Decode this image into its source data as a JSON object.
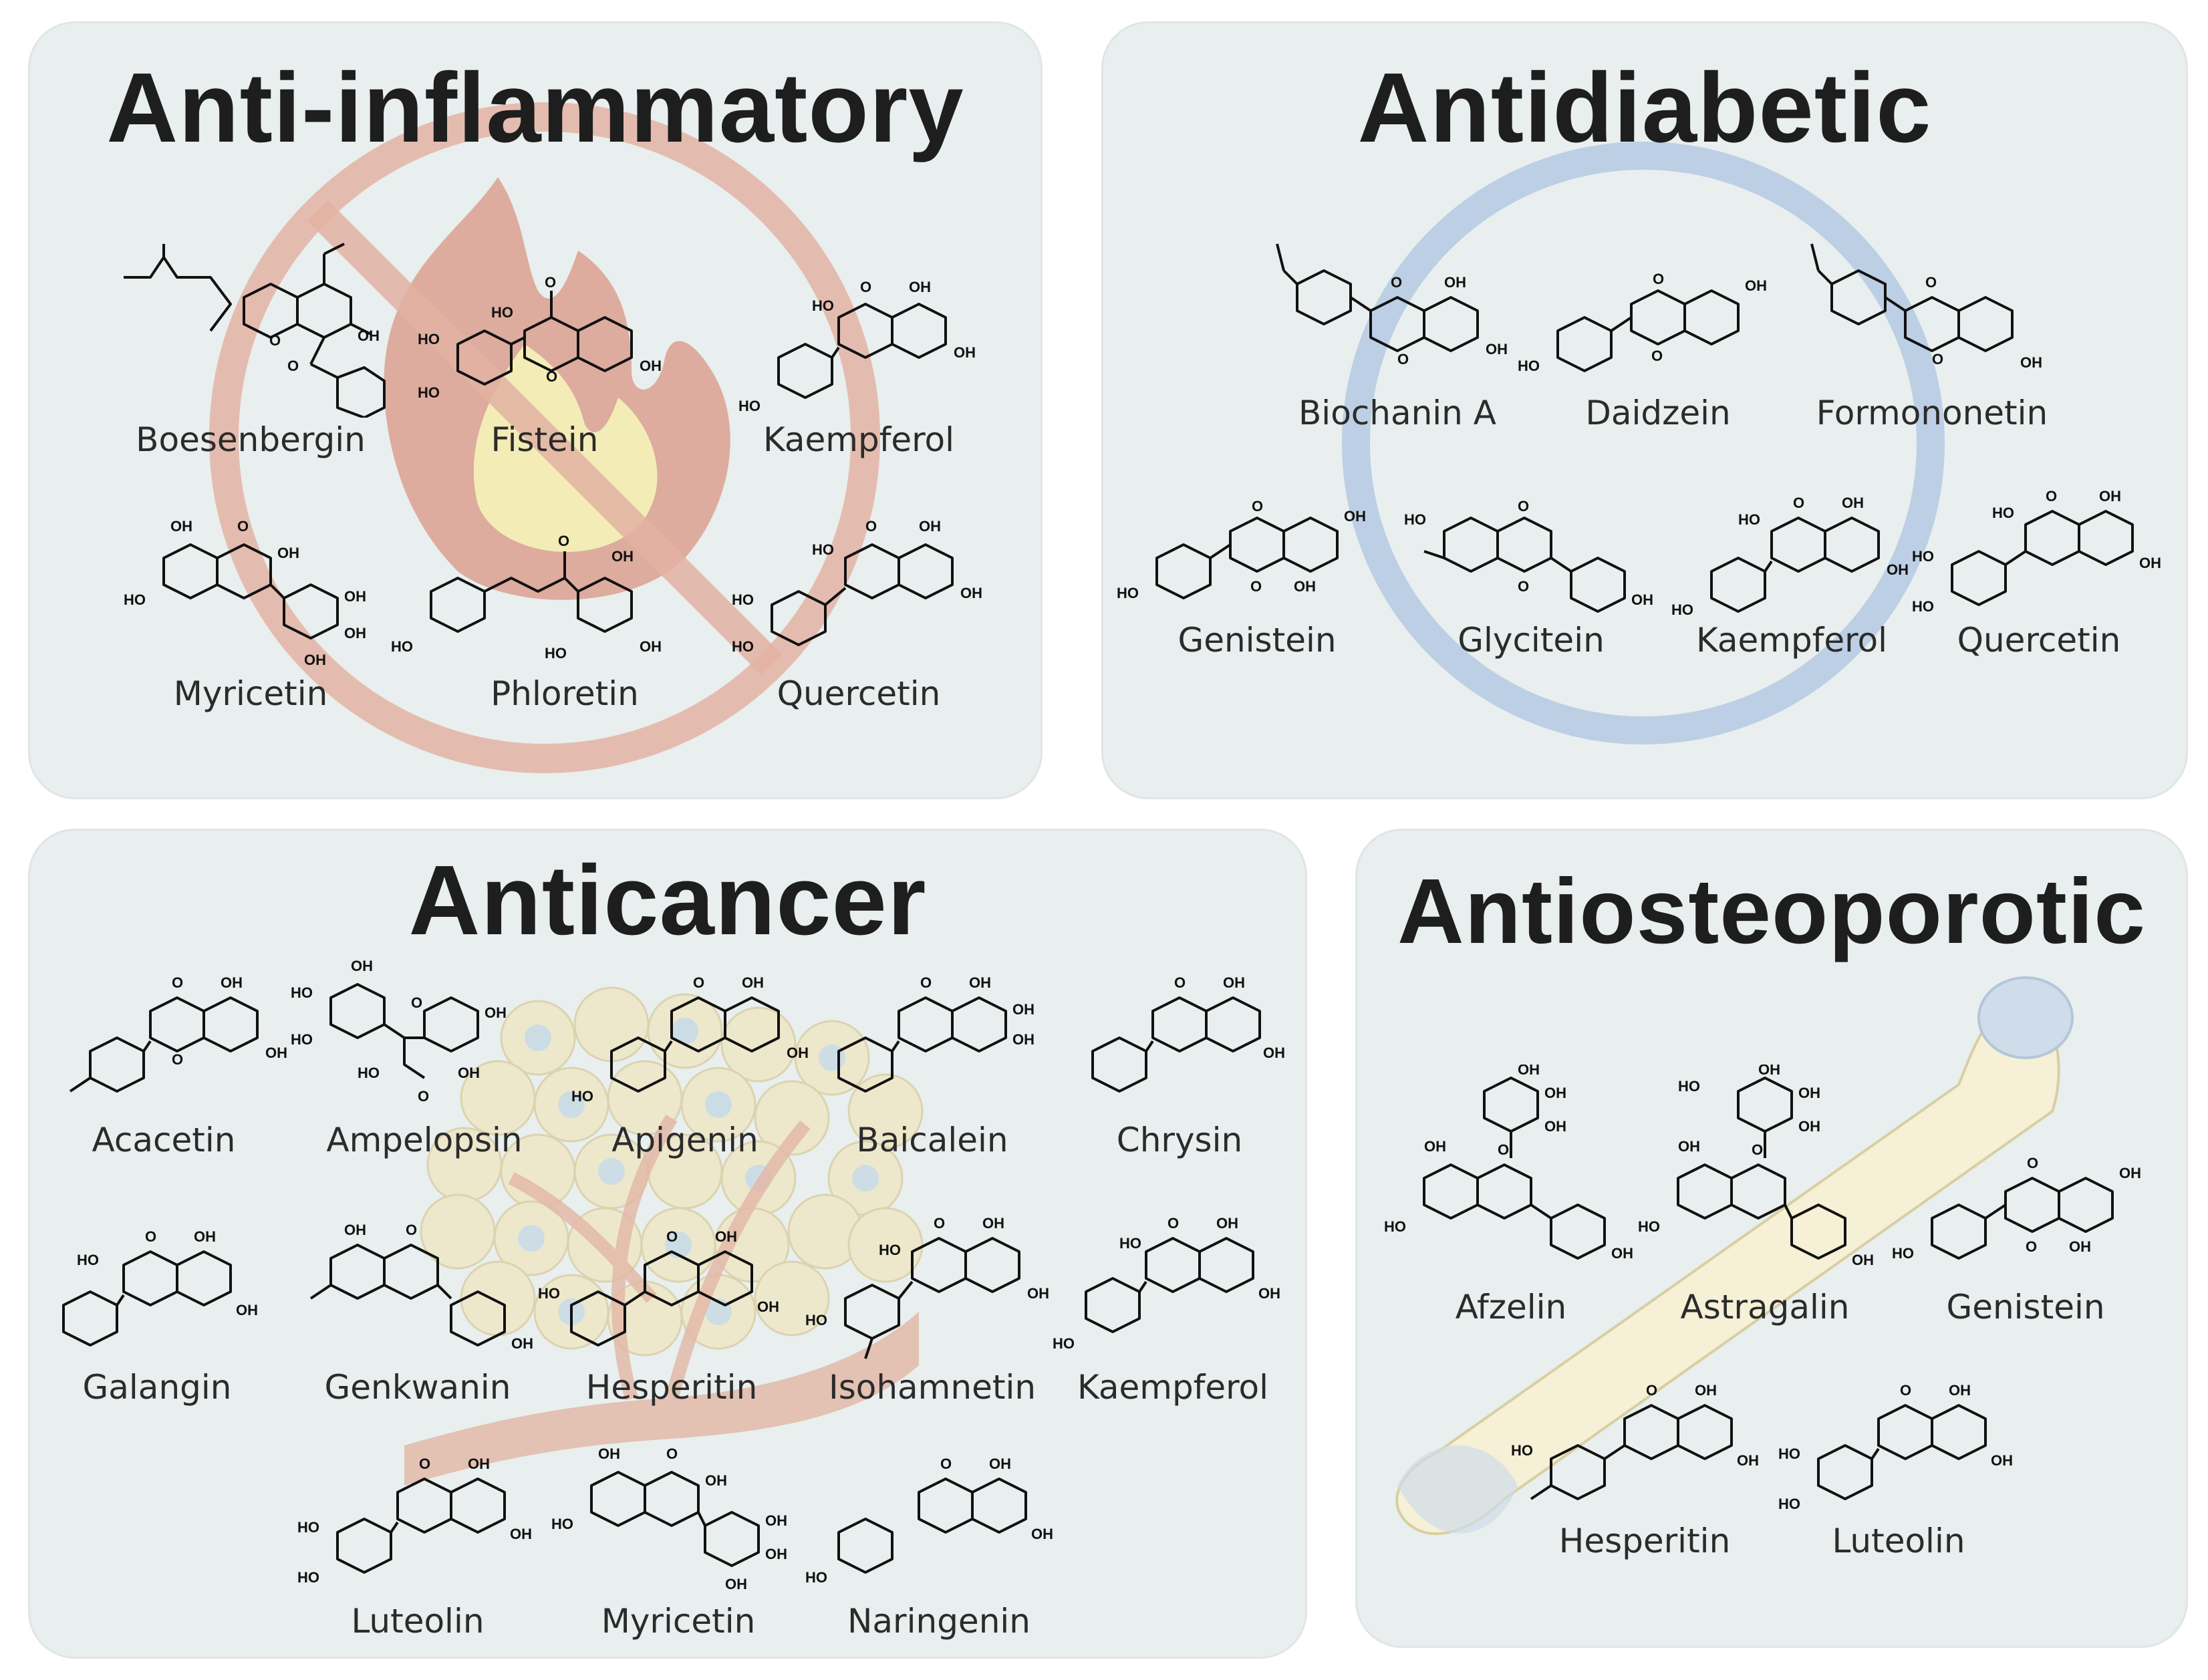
{
  "panels": {
    "anti_inflammatory": {
      "title": "Anti-inflammatory",
      "compounds": [
        "Boesenbergin",
        "Fistein",
        "Kaempferol",
        "Myricetin",
        "Phloretin",
        "Quercetin"
      ]
    },
    "antidiabetic": {
      "title": "Antidiabetic",
      "compounds": [
        "Biochanin A",
        "Daidzein",
        "Formononetin",
        "Genistein",
        "Glycitein",
        "Kaempferol",
        "Quercetin"
      ]
    },
    "anticancer": {
      "title": "Anticancer",
      "compounds": [
        "Acacetin",
        "Ampelopsin",
        "Apigenin",
        "Baicalein",
        "Chrysin",
        "Galangin",
        "Genkwanin",
        "Hesperitin",
        "Isohamnetin",
        "Kaempferol",
        "Luteolin",
        "Myricetin",
        "Naringenin"
      ]
    },
    "antiosteoporotic": {
      "title": "Antiosteoporotic",
      "compounds": [
        "Afzelin",
        "Astragalin",
        "Genistein",
        "Hesperitin",
        "Luteolin"
      ]
    }
  },
  "structure_labels": {
    "oh": "OH",
    "ho": "HO",
    "o": "O"
  },
  "colors": {
    "panel_bg": "#e8efee",
    "no_sign": "#e3b3a3",
    "fire_outer": "#dba08f",
    "fire_inner": "#f3efb8",
    "ring_blue": "#b7cbe2",
    "bone": "#f5f0d6",
    "tree": "#e2b9a8",
    "cells": "#efe7c6"
  },
  "icons": [
    "no-sign-icon",
    "fire-icon",
    "circle-icon",
    "tumor-tree-icon",
    "bone-icon"
  ]
}
